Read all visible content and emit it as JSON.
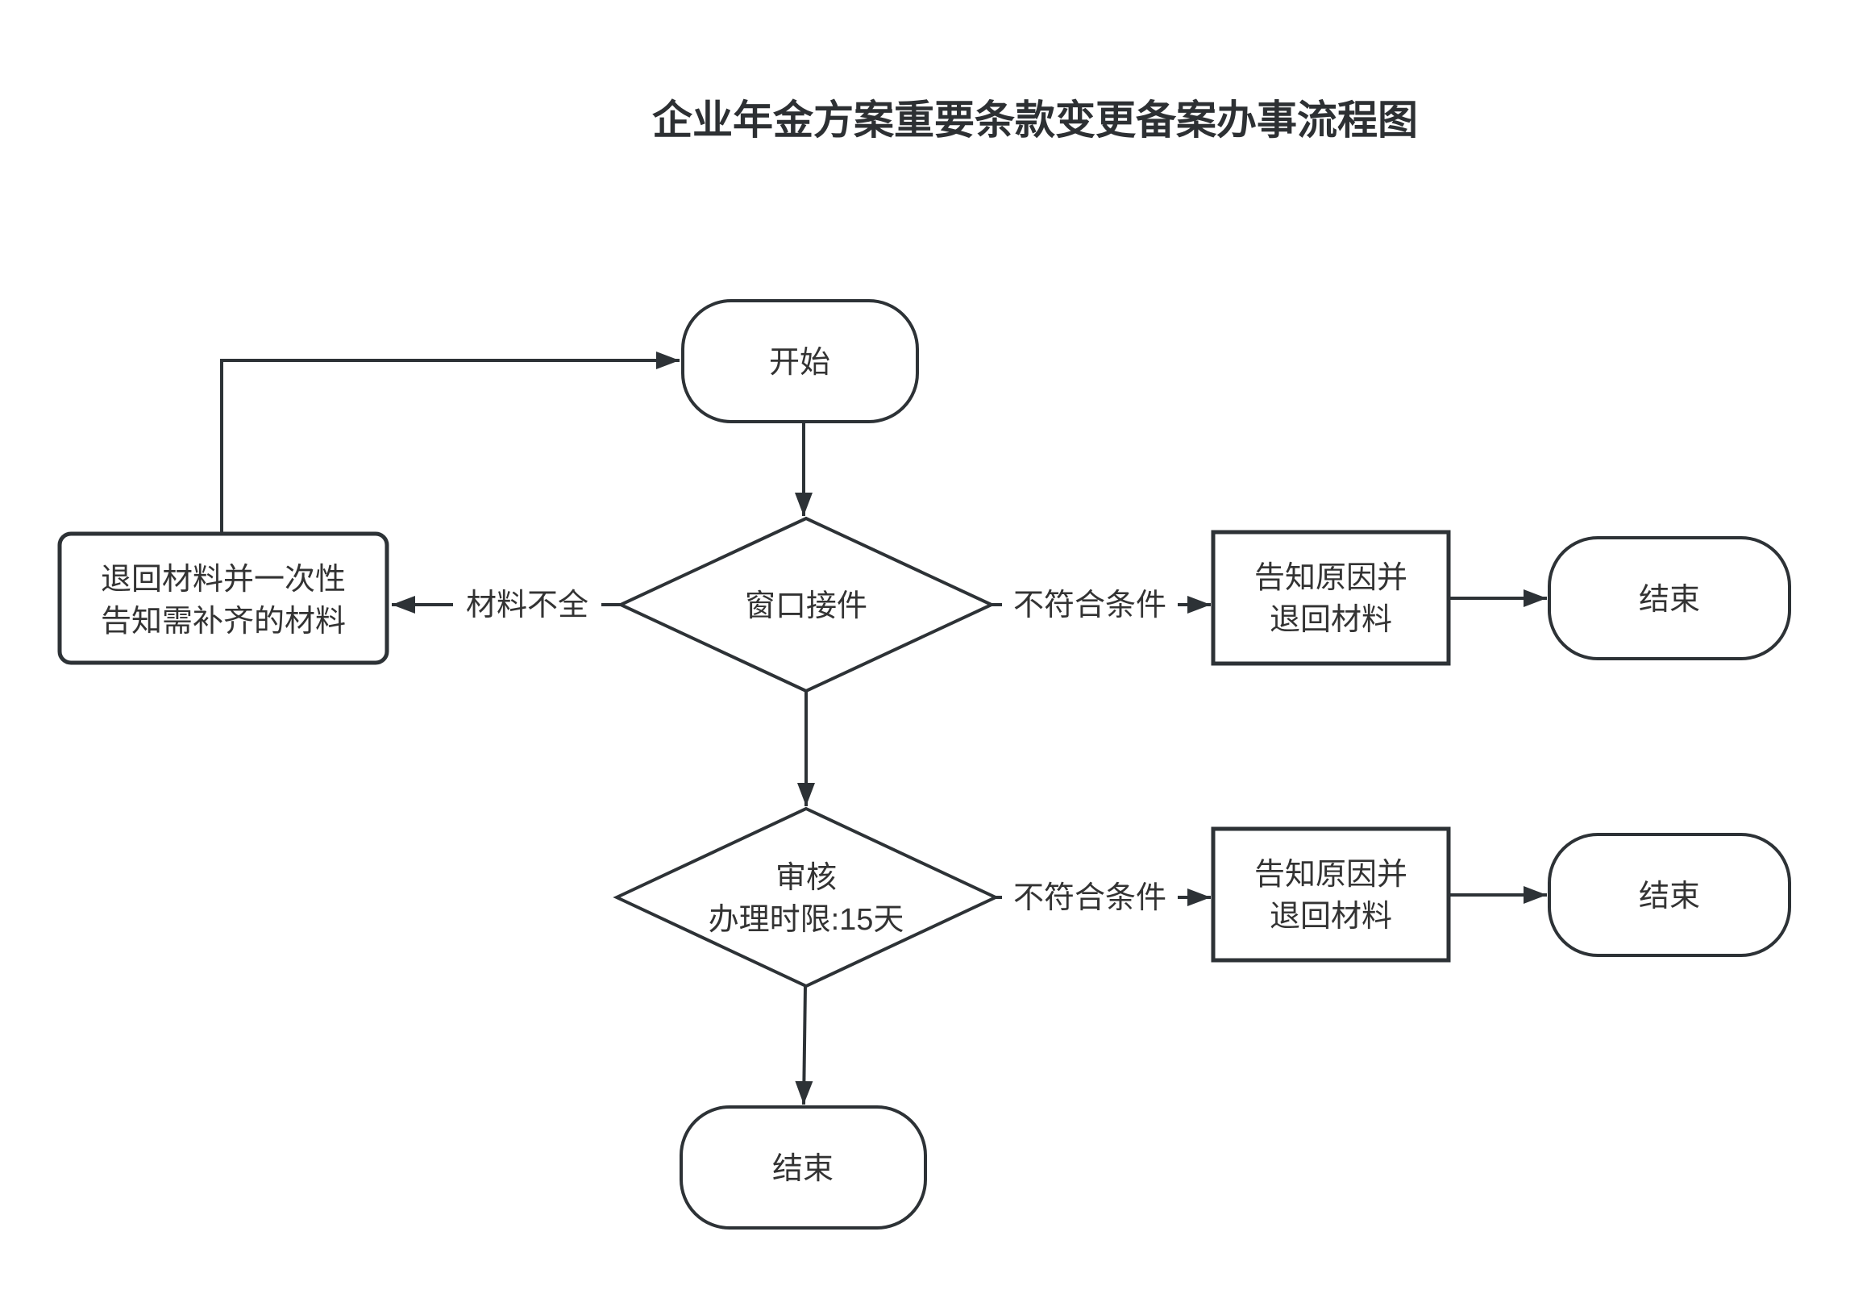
{
  "title": "企业年金方案重要条款变更备案办事流程图",
  "colors": {
    "stroke": "#2d3236",
    "text": "#333333",
    "title_text": "#2d3033",
    "background": "#ffffff"
  },
  "nodes": {
    "start": {
      "type": "terminator",
      "label": "开始"
    },
    "intake": {
      "type": "decision",
      "label": "窗口接件"
    },
    "return_materials": {
      "type": "rounded-process",
      "line1": "退回材料并一次性",
      "line2": "告知需补齐的材料"
    },
    "notify_reject_1": {
      "type": "process",
      "line1": "告知原因并",
      "line2": "退回材料"
    },
    "end_1": {
      "type": "terminator",
      "label": "结束"
    },
    "review": {
      "type": "decision",
      "line1": "审核",
      "line2": "办理时限:15天"
    },
    "notify_reject_2": {
      "type": "process",
      "line1": "告知原因并",
      "line2": "退回材料"
    },
    "end_2": {
      "type": "terminator",
      "label": "结束"
    },
    "end_final": {
      "type": "terminator",
      "label": "结束"
    }
  },
  "edge_labels": {
    "materials_incomplete": "材料不全",
    "not_qualified_1": "不符合条件",
    "not_qualified_2": "不符合条件"
  }
}
